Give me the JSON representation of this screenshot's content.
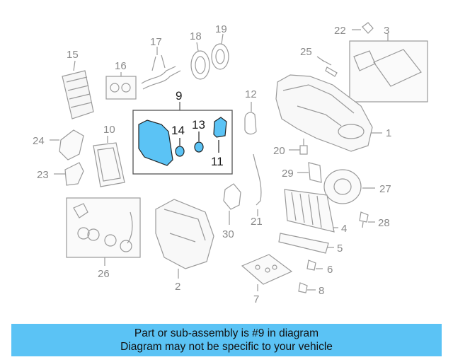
{
  "diagram": {
    "callouts": [
      "1",
      "2",
      "3",
      "4",
      "5",
      "6",
      "7",
      "8",
      "9",
      "10",
      "11",
      "12",
      "13",
      "14",
      "15",
      "16",
      "17",
      "18",
      "19",
      "20",
      "21",
      "22",
      "23",
      "24",
      "25",
      "26",
      "27",
      "28",
      "29",
      "30"
    ],
    "highlighted_callout": "9",
    "highlight_color": "#5bc3f5"
  },
  "caption": {
    "line1": "Part or sub-assembly is #9 in diagram",
    "line2": "Diagram may not be specific to your vehicle",
    "background": "#5bc3f5"
  }
}
